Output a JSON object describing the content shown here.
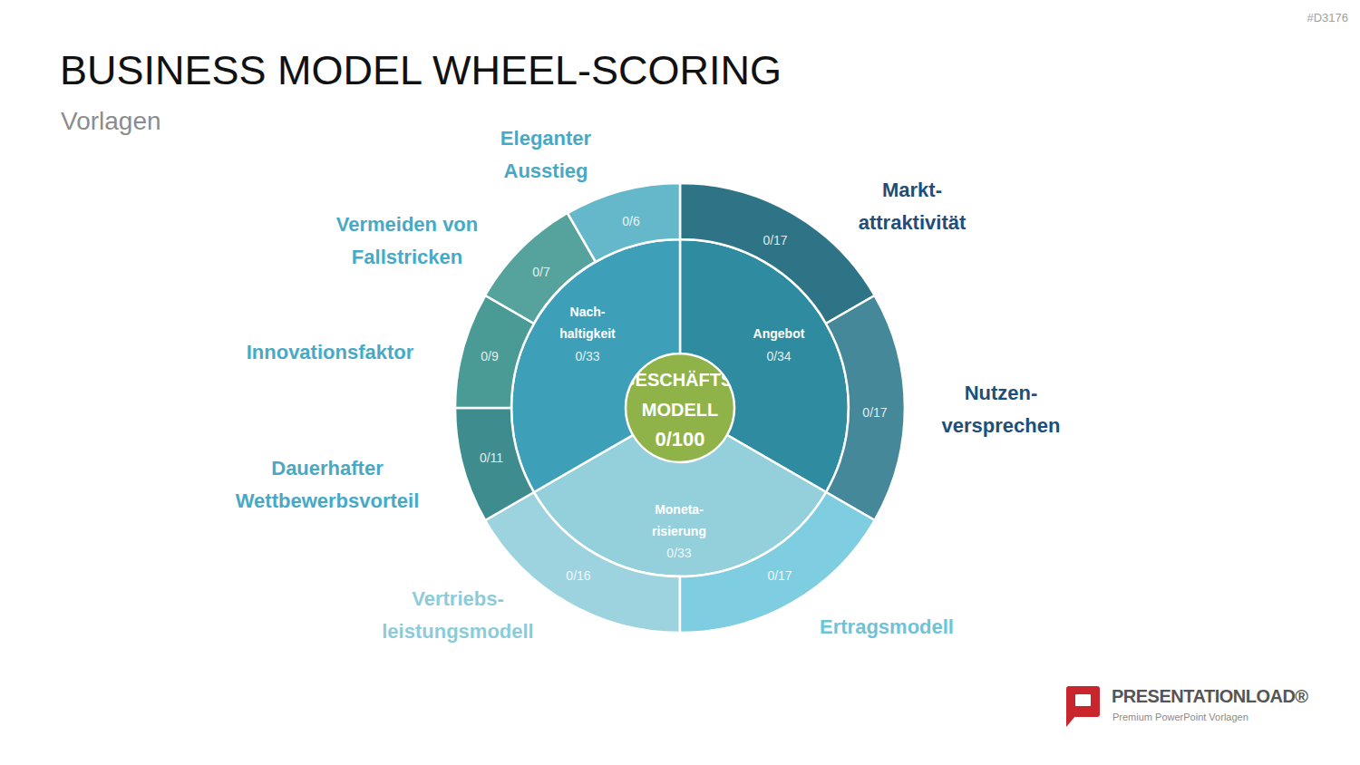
{
  "diagram": {
    "title": "BUSINESS MODEL WHEEL-SCORING",
    "nodes": [
      {
        "text": [
          "GESCHÄFTS- MODELL",
          "0/100"
        ]
      },
      {
        "text": [
          "Angebot",
          "0/34"
        ]
      },
      {
        "text": [
          "Moneta- risierung",
          "0/33"
        ]
      },
      {
        "text": [
          "Nach- haltigkeit",
          "0/33"
        ]
      },
      {
        "text": [
          "Markt- attraktivität",
          "0/17"
        ]
      },
      {
        "text": [
          "Nutzen- versprechen",
          "0/17"
        ]
      },
      {
        "text": [
          "Ertragsmodell",
          "0/17"
        ]
      },
      {
        "text": [
          "Vertriebs- leistungsmodell",
          "0/16"
        ]
      },
      {
        "text": [
          "Dauerhafter Wettbewerbsvorteil",
          "0/11"
        ]
      },
      {
        "text": [
          "Innovationsfaktor",
          "0/9"
        ]
      },
      {
        "text": [
          "Vermeiden von Fallstricken",
          "0/7"
        ]
      },
      {
        "text": [
          "Eleganter Ausstieg",
          "0/6"
        ]
      }
    ],
    "labels": [
      "Vorlagen",
      "#D3176",
      "PRESENTATIONLOAD®",
      "Premium PowerPoint Vorlagen"
    ]
  }
}
